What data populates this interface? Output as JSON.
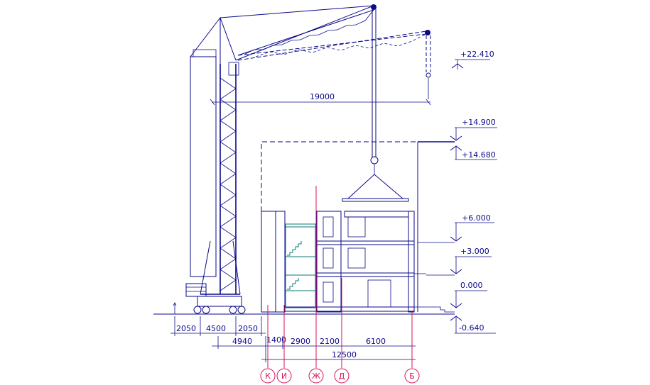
{
  "elevations": {
    "hook_top": "+22.410",
    "building_top_upper": "+14.900",
    "building_top_lower": "+14.680",
    "floor_upper": "+6.000",
    "floor_mid": "+3.000",
    "ground": "0.000",
    "basement": "-0.640"
  },
  "dimensions": {
    "jib_reach": "19000",
    "base_left": "2050",
    "base_mid": "4500",
    "base_right": "2050",
    "crane_to_axis": "4940",
    "span_k_i": "1400",
    "span_i_zh": "2900",
    "span_zh_d": "2100",
    "span_d_b": "6100",
    "total": "12500"
  },
  "axes": [
    "К",
    "И",
    "Ж",
    "Д",
    "Б"
  ],
  "colors": {
    "linework": "#0a0a8a",
    "axis_markers": "#d4145a",
    "stairs": "#0a7a7a"
  }
}
